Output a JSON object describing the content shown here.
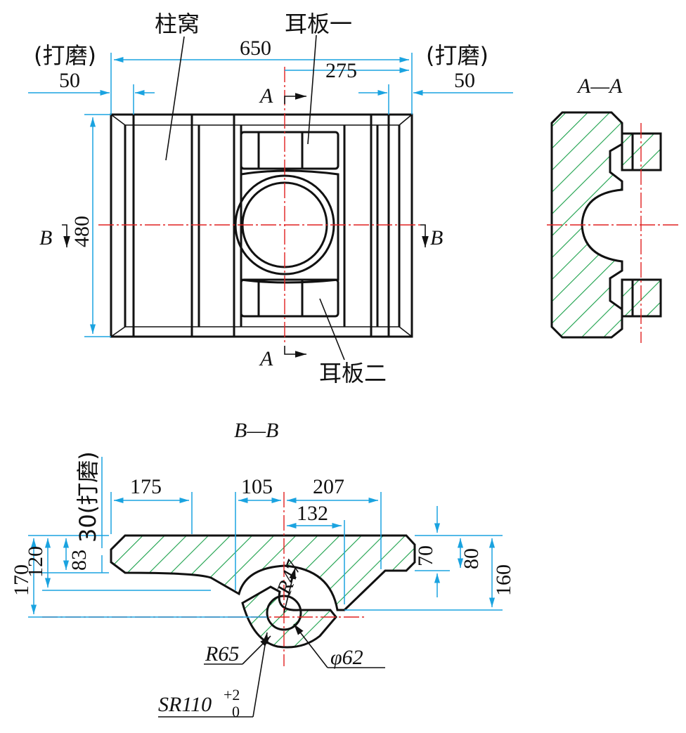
{
  "top_view": {
    "label_zhuwo": "柱窝",
    "label_erban1": "耳板一",
    "label_erban2": "耳板二",
    "grind_left": "(打磨)",
    "grind_right": "(打磨)",
    "dim_650": "650",
    "dim_275": "275",
    "dim_50_left": "50",
    "dim_50_right": "50",
    "dim_480": "480",
    "sec_A_top": "A",
    "sec_A_bottom": "A",
    "sec_B_left": "B",
    "sec_B_right": "B"
  },
  "section_aa": {
    "title": "A—A"
  },
  "section_bb": {
    "title": "B—B",
    "dim_175": "175",
    "dim_105": "105",
    "dim_207": "207",
    "dim_132": "132",
    "dim_30_grind": "30(打磨)",
    "dim_170": "170",
    "dim_120": "120",
    "dim_83": "83",
    "dim_70": "70",
    "dim_80": "80",
    "dim_160": "160",
    "dim_R47": "R47",
    "dim_R65": "R65",
    "dim_phi62": "φ62",
    "dim_SR110": "SR110",
    "tol_upper": "+2",
    "tol_lower": "0"
  },
  "colors": {
    "outline": "#111111",
    "dimension": "#1aa3e0",
    "centerline": "#e02020",
    "hatch": "#1aa04a"
  }
}
